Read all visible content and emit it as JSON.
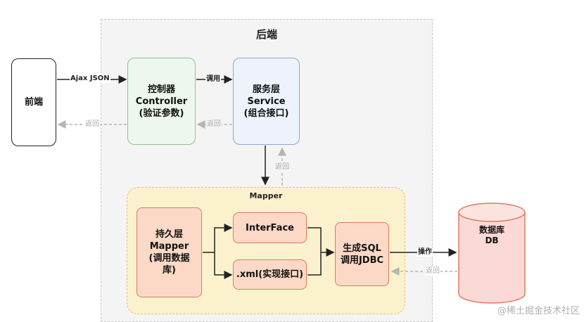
{
  "diagram": {
    "backend_title": "后端",
    "frontend": {
      "label": "前端"
    },
    "controller": {
      "line1": "控制器",
      "line2": "Controller",
      "line3": "(验证参数)"
    },
    "service": {
      "line1": "服务层",
      "line2": "Service",
      "line3": "(组合接口)"
    },
    "mapper": {
      "region_label": "Mapper",
      "persist": {
        "line1": "持久层",
        "line2": "Mapper",
        "line3": "(调用数据",
        "line4": "库)"
      },
      "interface": "InterFace",
      "xml": ".xml(实现接口)",
      "sql": {
        "line1": "生成SQL",
        "line2": "调用JDBC"
      }
    },
    "database": {
      "line1": "数据库",
      "line2": "DB"
    },
    "edges": {
      "ajax_json": "Ajax JSON",
      "call": "调用",
      "return": "返回",
      "operate": "操作"
    },
    "watermark": "@稀土掘金技术社区"
  }
}
